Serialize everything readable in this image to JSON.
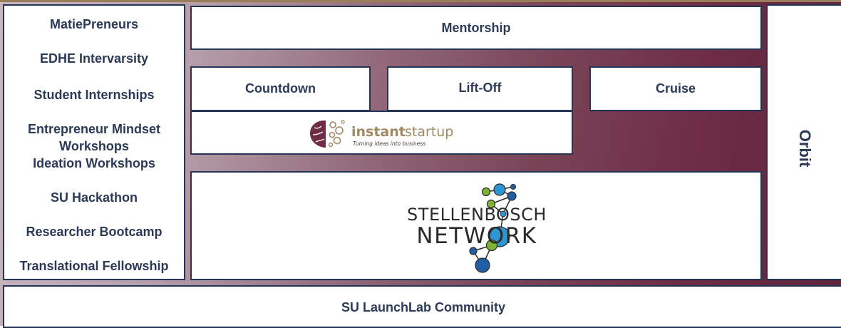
{
  "left_programs": [
    "MatiePreneurs",
    "EDHE Intervarsity",
    "Student Internships",
    "Entrepreneur Mindset Workshops",
    "Ideation Workshops",
    "SU Hackathon",
    "Researcher Bootcamp",
    "Translational Fellowship"
  ],
  "mentorship": "Mentorship",
  "stages": {
    "countdown": "Countdown",
    "liftoff": "Lift-Off",
    "cruise": "Cruise"
  },
  "orbit": "Orbit",
  "instant_startup": {
    "word1": "instant",
    "word2": "startup",
    "tagline": "Turning ideas into business"
  },
  "network_logo": {
    "line1": "STELLENBOSCH",
    "line2": "NETWORK"
  },
  "community": "SU LaunchLab Community",
  "colors": {
    "navy": "#243556",
    "text": "#2b3a57",
    "gold": "#a08a64",
    "maroon": "#6e2d45",
    "node_blue_dark": "#1f5fa3",
    "node_blue_light": "#2f96d4",
    "node_green": "#7fb132"
  }
}
